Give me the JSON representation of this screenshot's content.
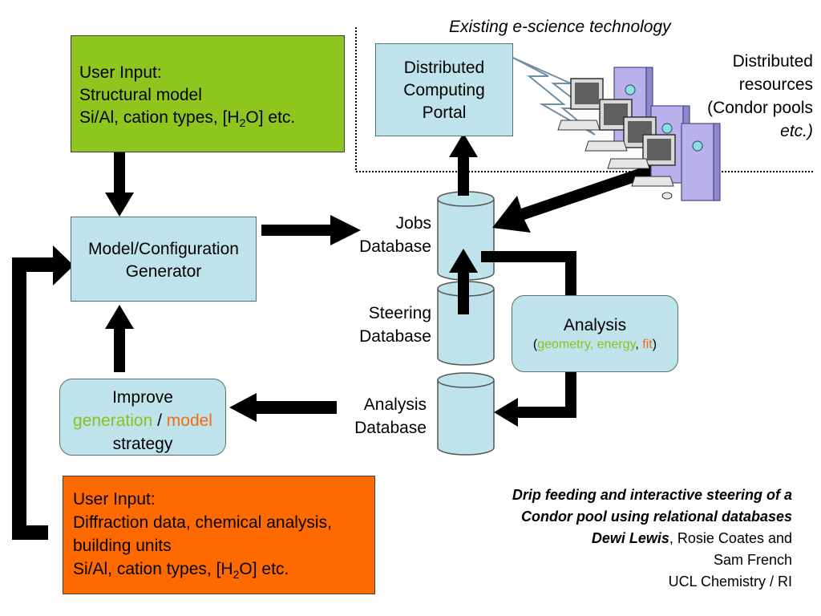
{
  "existing_label": "Existing e-science technology",
  "portal": {
    "line1": "Distributed",
    "line2": "Computing",
    "line3": "Portal"
  },
  "resources": {
    "line1": "Distributed",
    "line2": "resources",
    "line3": "(Condor pools",
    "line4": "etc.)"
  },
  "user_input_top": {
    "line1": "User Input:",
    "line2": "Structural model",
    "line3_pre": "Si/Al, cation types, [H",
    "line3_sub": "2",
    "line3_post": "O] etc."
  },
  "generator": {
    "line1": "Model/Configuration",
    "line2": "Generator"
  },
  "jobs_db": {
    "line1": "Jobs",
    "line2": "Database"
  },
  "steering_db": {
    "line1": "Steering",
    "line2": "Database"
  },
  "analysis_db": {
    "line1": "Analysis",
    "line2": "Database"
  },
  "analysis": {
    "title": "Analysis",
    "open": "(",
    "geometry_energy": "geometry, energy",
    "comma": ", ",
    "fit": "fit",
    "close": ")"
  },
  "improve": {
    "line1": "Improve",
    "generation": "generation",
    "slash": " / ",
    "model": "model",
    "line3": "strategy"
  },
  "user_input_bottom": {
    "line1": "User Input:",
    "line2": "Diffraction data, chemical analysis,",
    "line3": "building units",
    "line4_pre": "Si/Al, cation types, [H",
    "line4_sub": "2",
    "line4_post": "O] etc."
  },
  "credits": {
    "title1": "Drip feeding and interactive steering of a",
    "title2": "Condor pool using relational databases",
    "author_bold": "Dewi Lewis",
    "author_rest": ", Rosie Coates and",
    "author_line2": "Sam French",
    "affiliation": "UCL Chemistry / RI"
  },
  "colors": {
    "green_box": "#8fc61e",
    "orange_box": "#ff6a00",
    "light_blue": "#bfe3ea",
    "green_text": "#88c21b",
    "orange_text": "#f26a17"
  }
}
